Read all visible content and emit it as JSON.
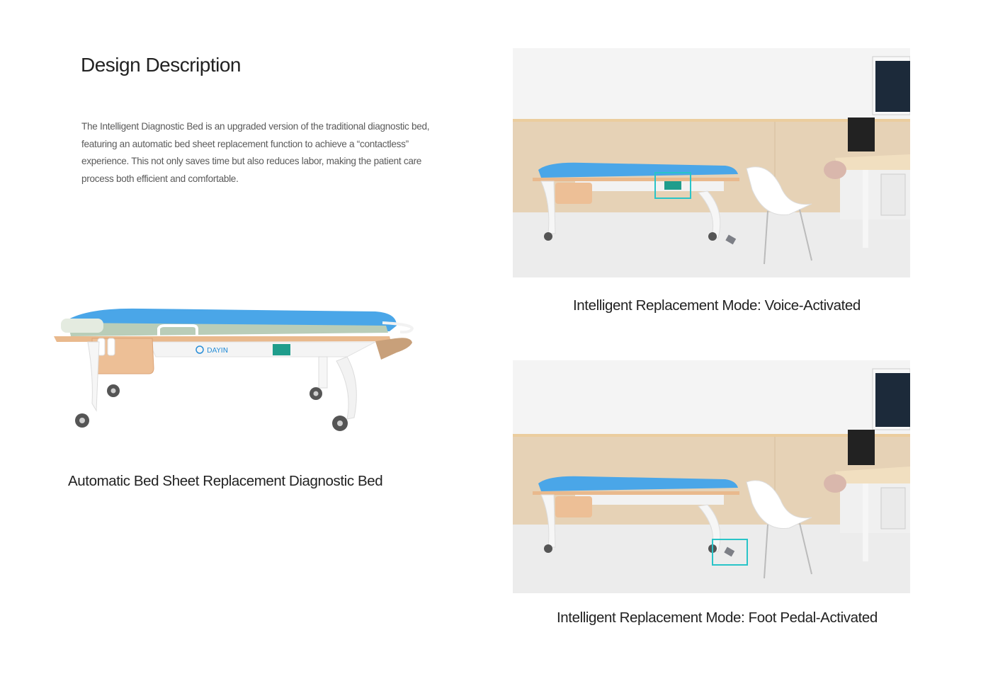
{
  "header": {
    "title": "Design Description"
  },
  "description": {
    "lines": [
      "The Intelligent Diagnostic Bed is an upgraded version of the traditional diagnostic bed,",
      " featuring an automatic bed sheet replacement function to achieve a “contactless”",
      "experience. This not only saves time but also reduces labor, making the patient care",
      "process both efficient and comfortable."
    ]
  },
  "product": {
    "caption": "Automatic Bed Sheet Replacement Diagnostic Bed",
    "brand": "DAYIN"
  },
  "scenes": [
    {
      "caption": "Intelligent Replacement Mode: Voice-Activated",
      "highlight": "voice-panel"
    },
    {
      "caption": "Intelligent Replacement Mode: Foot Pedal-Activated",
      "highlight": "foot-pedal"
    }
  ],
  "colors": {
    "accent": "#29c4c8",
    "sheet": "#4aa6e8",
    "wood": "#e9b98d",
    "wall": "#e6d2b6"
  }
}
